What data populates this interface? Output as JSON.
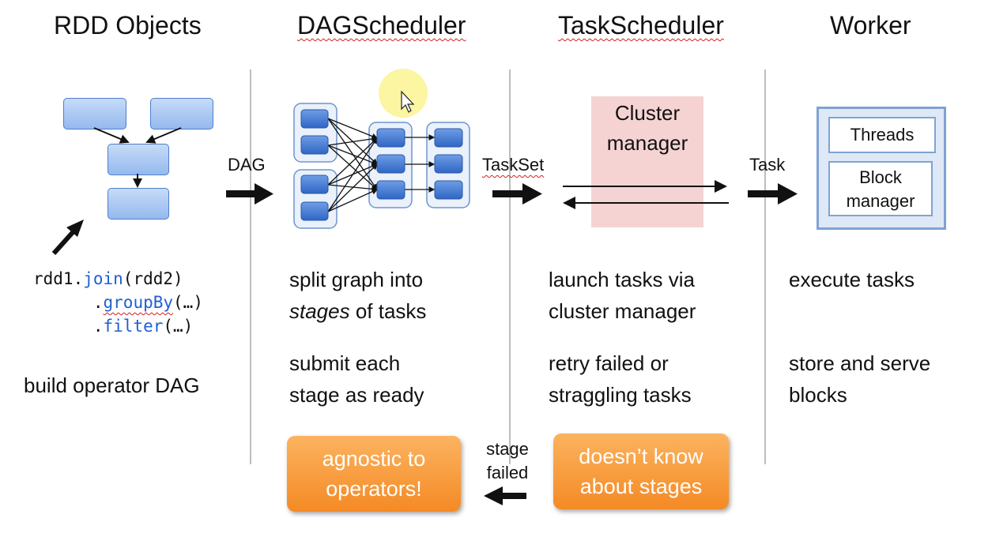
{
  "headings": {
    "rdd": "RDD Objects",
    "dag": "DAGScheduler",
    "task": "TaskScheduler",
    "worker": "Worker"
  },
  "edge_labels": {
    "dag": "DAG",
    "taskset": "TaskSet",
    "task": "Task",
    "stage_failed_1": "stage",
    "stage_failed_2": "failed"
  },
  "code": {
    "line1_a": "rdd1.",
    "line1_fn": "join",
    "line1_b": "(rdd2)",
    "line2_a": ".",
    "line2_fn": "groupBy",
    "line2_b": "(…)",
    "line3_a": ".",
    "line3_fn": "filter",
    "line3_b": "(…)"
  },
  "rdd": {
    "caption": "build operator DAG"
  },
  "dag": {
    "desc1_a": "split graph into",
    "desc1_b_em": "stages",
    "desc1_b_rest": " of tasks",
    "desc2_a": "submit each",
    "desc2_b": "stage as ready",
    "callout_1": "agnostic to",
    "callout_2": "operators!"
  },
  "task": {
    "cluster_1": "Cluster",
    "cluster_2": "manager",
    "desc1_a": "launch tasks via",
    "desc1_b": "cluster manager",
    "desc2_a": "retry failed or",
    "desc2_b": "straggling tasks",
    "callout_1": "doesn’t know",
    "callout_2": "about stages"
  },
  "worker": {
    "threads": "Threads",
    "block_1": "Block",
    "block_2": "manager",
    "desc1": "execute tasks",
    "desc2_a": "store and serve",
    "desc2_b": "blocks"
  },
  "colors": {
    "box_fill": "#95b9ee",
    "box_border": "#4f7fc9",
    "callout": "#f48a25",
    "cluster_bg": "#f6d3d3",
    "worker_border": "#7ea3d3"
  }
}
